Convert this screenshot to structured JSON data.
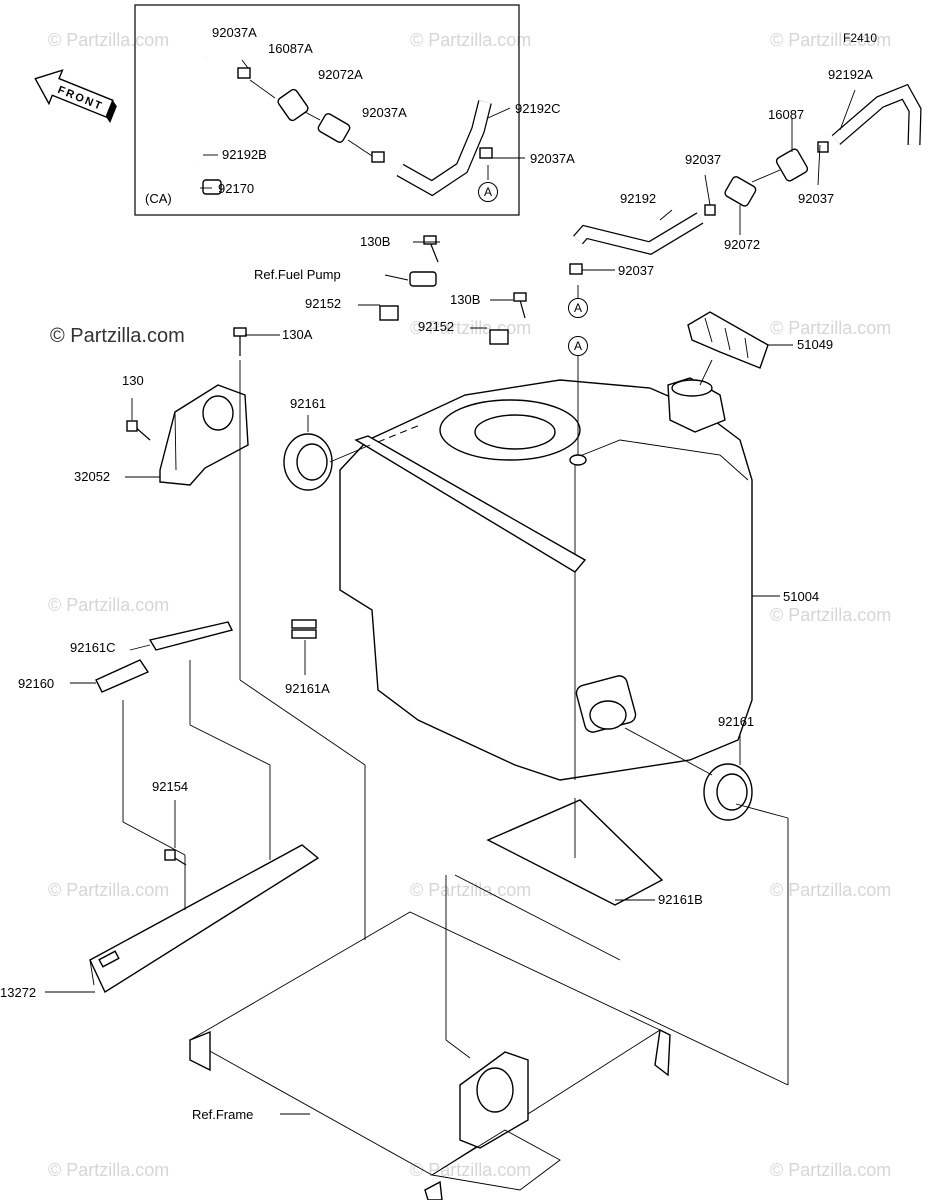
{
  "figure_code": "F2410",
  "front_label": "FRONT",
  "inset_label": "(CA)",
  "connector_letter": "A",
  "watermark": "© Partzilla.com",
  "parts": {
    "p92037A_1": "92037A",
    "p16087A": "16087A",
    "p92072A": "92072A",
    "p92037A_2": "92037A",
    "p92192C": "92192C",
    "p92037A_3": "92037A",
    "p92192B": "92192B",
    "p92170": "92170",
    "p92192A": "92192A",
    "p16087": "16087",
    "p92037_1": "92037",
    "p92192": "92192",
    "p92037_2": "92037",
    "p92072": "92072",
    "p92037_3": "92037",
    "p130B_1": "130B",
    "ref_fuel_pump": "Ref.Fuel Pump",
    "p92152_1": "92152",
    "p130B_2": "130B",
    "p92152_2": "92152",
    "p130A": "130A",
    "p51049": "51049",
    "p130": "130",
    "p92161_1": "92161",
    "p32052": "32052",
    "p51004": "51004",
    "p92161C": "92161C",
    "p92160": "92160",
    "p92161A": "92161A",
    "p92161_2": "92161",
    "p92154": "92154",
    "p92161B": "92161B",
    "p13272": "13272",
    "ref_frame": "Ref.Frame"
  }
}
